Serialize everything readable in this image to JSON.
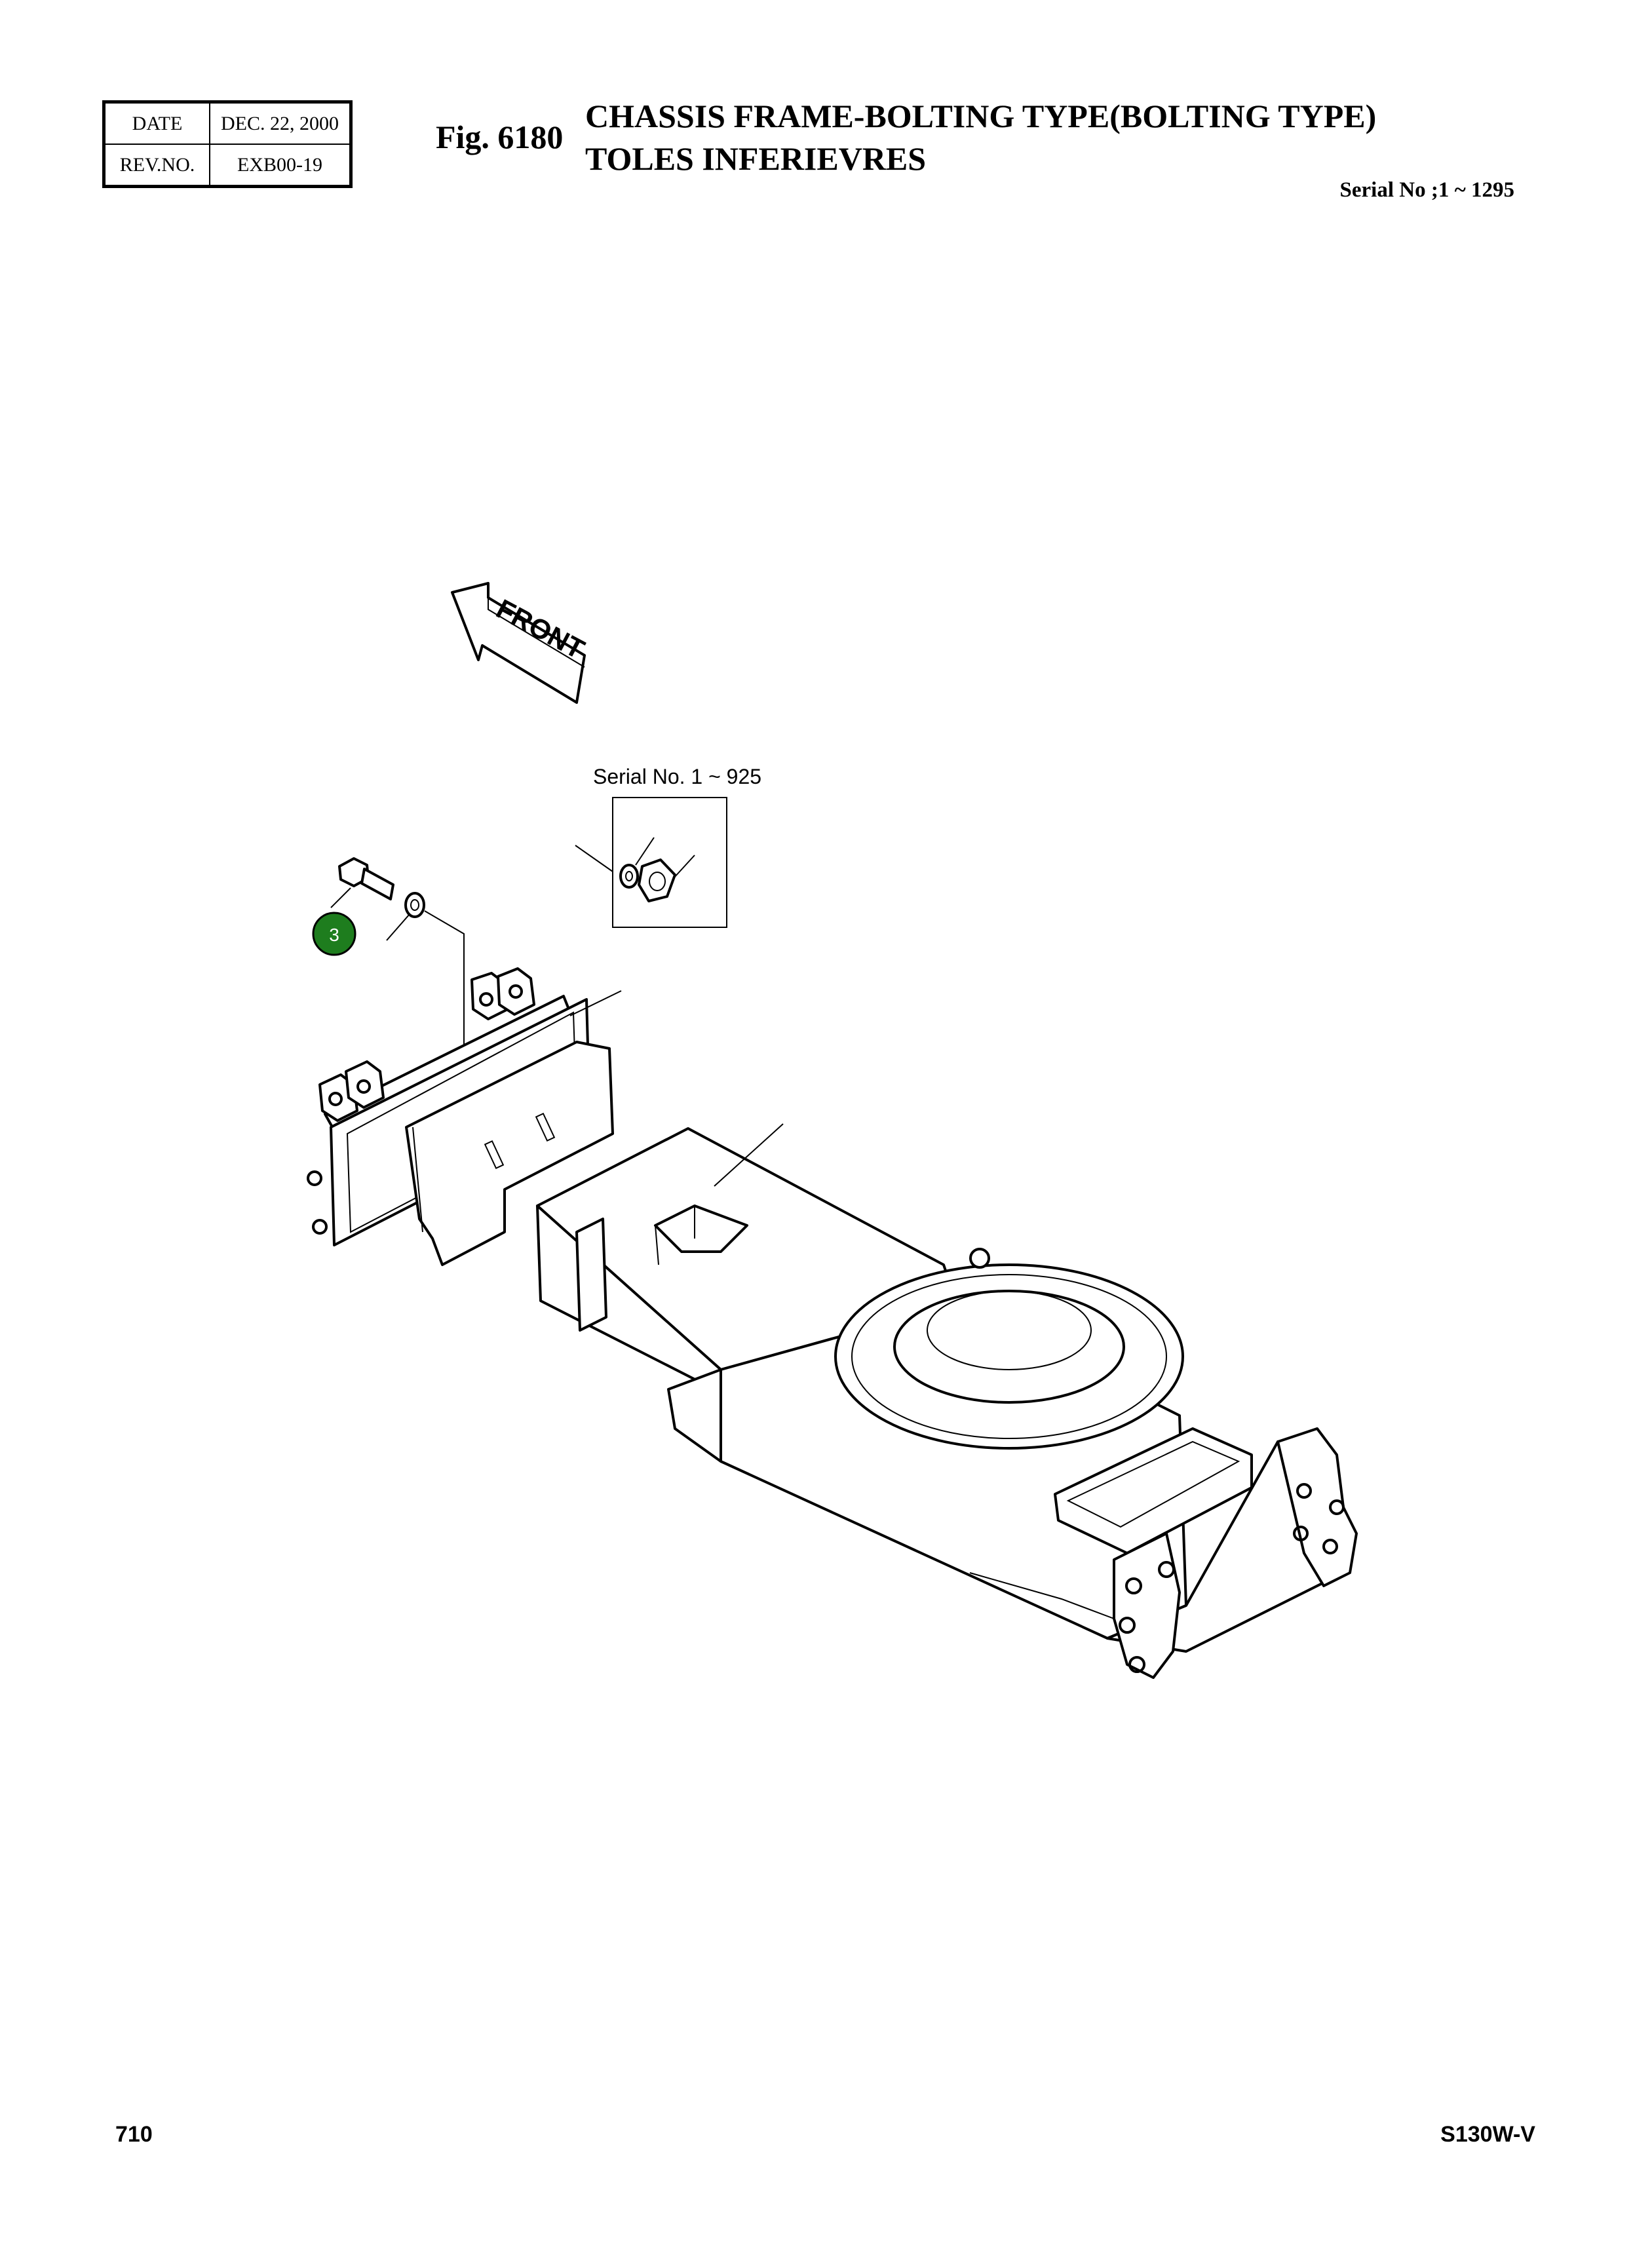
{
  "revision": {
    "date_label": "DATE",
    "date_value": "DEC. 22, 2000",
    "rev_label": "REV.NO.",
    "rev_value": "EXB00-19"
  },
  "figure": {
    "number": "Fig. 6180",
    "title_line1": "CHASSIS FRAME-BOLTING TYPE(BOLTING TYPE)",
    "title_line2": "TOLES INFERIEVRES",
    "serial": "Serial No ;1 ~ 1295"
  },
  "diagram": {
    "front_arrow_label": "FRONT",
    "inset_serial": "Serial No. 1 ~ 925",
    "callout_number": "3",
    "callout_color": "#1e7d1e"
  },
  "footer": {
    "page_number": "710",
    "model": "S130W-V"
  }
}
